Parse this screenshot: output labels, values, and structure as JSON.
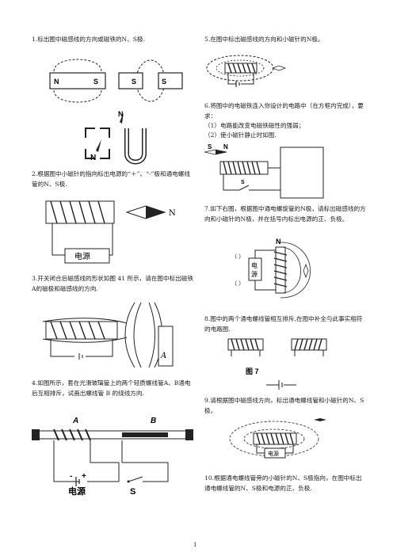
{
  "questions": {
    "q1": "1.标出图中磁感线的方向或磁铁的N、S极.",
    "q2": "2.根据图中小磁针的指向标出电源的“＋”、“-”极和通电螺线管的N、S极.",
    "q3": "3.开关闭合后磁感线的形状如图 41 所示，请在图中标出磁铁A的磁极和磁感线的方向.",
    "q4": "4.如图所示，套在光滑玻璃管上的两个轻质螺线管A、B通电后互相排斥，试画出螺线管 B 的绕线方向.",
    "q5": "5.在图中标出磁感线的方向和小磁针的N极。",
    "q6": "6.将图中的电磁铁连入你设计的电路中（在方框内完成），要求：",
    "q6_req1": "（1）电路能改变电磁铁磁性的强弱；",
    "q6_req2": "（2）使小磁针静止时如图.",
    "q7": "7.如下右图，根据图中通电螺旋管的N极，请标出磁感线的方向和小磁针的N极，并在括号内标出电源的正、负极。",
    "q8": "8.图中的两个通电螺线管相互排斥,在图中补全与此事实相符的电路图.",
    "q9": "9.请根据图中磁感线方向，标出通电螺线管和小磁针的N、S极。",
    "q10": "10.根据通电螺线管旁的小磁针的N、S极指向，在图中标出通电螺线管的N、S极和电源的正、负极."
  },
  "figure_labels": {
    "n": "N",
    "s": "S",
    "power": "电源",
    "a": "A",
    "b": "B",
    "plus": "+",
    "minus": "-",
    "switch": "S",
    "fig7": "图 7",
    "paren": "（    ）",
    "power_vertical_1": "电",
    "power_vertical_2": "源"
  },
  "page_number": "1"
}
